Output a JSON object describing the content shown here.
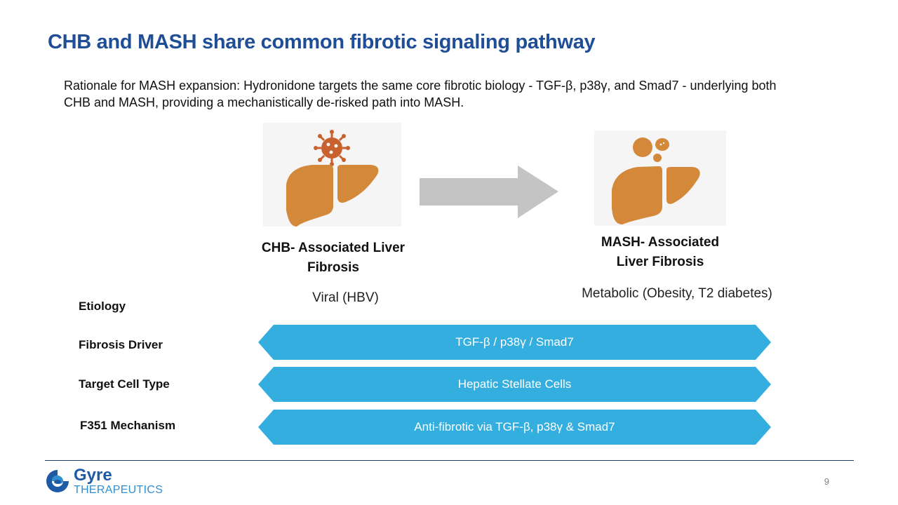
{
  "title": "CHB and MASH share common fibrotic signaling pathway",
  "subtitle": "Rationale for MASH expansion: Hydronidone targets the same core fibrotic biology - TGF-β, p38γ, and Smad7 - underlying both CHB and MASH, providing a mechanistically de-risked path into MASH.",
  "left_disease": {
    "icon": "liver-virus-icon",
    "caption_line1": "CHB- Associated Liver",
    "caption_line2": "Fibrosis",
    "etiology": "Viral (HBV)"
  },
  "right_disease": {
    "icon": "liver-fat-icon",
    "caption_line1": "MASH- Associated",
    "caption_line2": "Liver Fibrosis",
    "etiology": "Metabolic (Obesity, T2 diabetes)"
  },
  "arrow_icon": "right-arrow-icon",
  "rows": [
    {
      "label": "Etiology"
    },
    {
      "label": "Fibrosis Driver",
      "band": "TGF-β / p38γ / Smad7"
    },
    {
      "label": "Target Cell Type",
      "band": "Hepatic Stellate Cells"
    },
    {
      "label": "F351 Mechanism",
      "band": "Anti-fibrotic via TGF-β, p38γ & Smad7"
    }
  ],
  "colors": {
    "title": "#1f4e96",
    "band": "#33aedf",
    "liver": "#d4883a",
    "virus": "#c9612f",
    "arrow": "#c4c4c4"
  },
  "footer": {
    "logo_name": "Gyre",
    "logo_sub": "THERAPEUTICS",
    "page_number": "9"
  }
}
